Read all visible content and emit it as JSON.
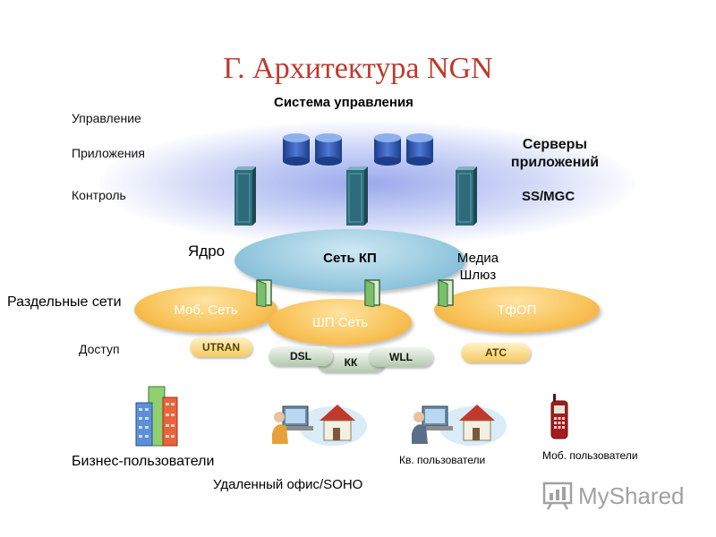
{
  "title": "Г. Архитектура NGN",
  "left_labels": {
    "management": "Управление",
    "applications": "Приложения",
    "control": "Контроль",
    "core": "Ядро",
    "separate_networks": "Раздельные сети",
    "access": "Доступ"
  },
  "top": {
    "management_system": "Система управления",
    "app_servers": "Серверы приложений",
    "ss_mgc": "SS/MGC"
  },
  "core_network": {
    "label": "Сеть КП",
    "media_gateway": "Медиа Шлюз"
  },
  "networks": {
    "mobile": "Моб. Сеть",
    "broadband": "ШП Сеть",
    "pstn": "ТфОП"
  },
  "access_tags": {
    "utran": "UTRAN",
    "dsl": "DSL",
    "kk": "КК",
    "wll": "WLL",
    "ats": "АТС"
  },
  "users": {
    "business": "Бизнес-пользователи",
    "remote_office": "Удаленный офис/SOHO",
    "home": "Кв. пользователи",
    "mobile": "Моб. пользователи"
  },
  "watermark": "MyShared",
  "colors": {
    "title": "#c0392b",
    "core_fill": "#8cc3db",
    "network_fill": "#f8c257",
    "glow": "#8c9be6",
    "server": "#2e6b7a"
  }
}
